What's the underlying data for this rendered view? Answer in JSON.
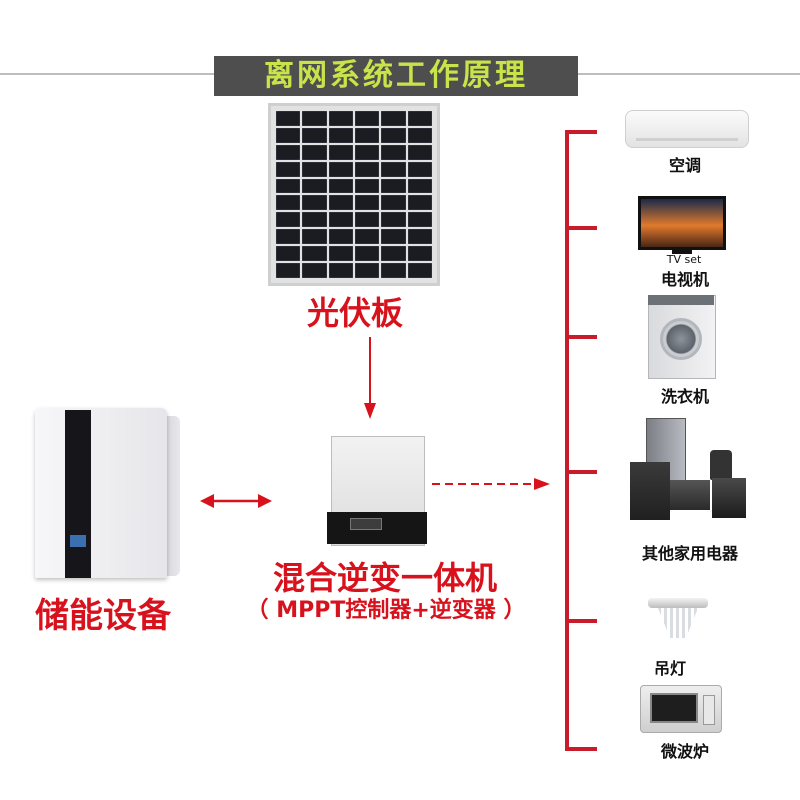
{
  "title": "离网系统工作原理",
  "components": {
    "solar_panel": "光伏板",
    "battery": "储能设备",
    "inverter": "混合逆变一体机",
    "inverter_note": "（ MPPT控制器+逆变器 ）"
  },
  "appliances": [
    {
      "label": "空调"
    },
    {
      "label": "电视机",
      "sublabel": "TV set"
    },
    {
      "label": "洗衣机"
    },
    {
      "label": "其他家用电器"
    },
    {
      "label": "吊灯"
    },
    {
      "label": "微波炉"
    }
  ],
  "colors": {
    "accent_red": "#d8121c",
    "bus_red": "#c81c2a",
    "title_bg": "#4e4e4e",
    "title_text": "#c9e34a"
  }
}
